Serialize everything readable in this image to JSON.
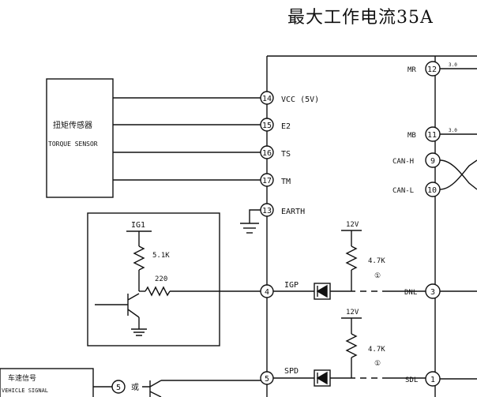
{
  "title": "最大工作电流35A",
  "sensor_block": {
    "label_cn": "扭矩传感器",
    "label_en": "TORQUE SENSOR"
  },
  "left_pins": [
    {
      "num": "14",
      "name": "VCC (5V)"
    },
    {
      "num": "15",
      "name": "E2"
    },
    {
      "num": "16",
      "name": "TS"
    },
    {
      "num": "17",
      "name": "TM"
    },
    {
      "num": "13",
      "name": "EARTH"
    },
    {
      "num": "4",
      "name": "IGP"
    },
    {
      "num": "5",
      "name": "SPD"
    }
  ],
  "right_pins": [
    {
      "num": "12",
      "name": "MR",
      "wire": "3.0"
    },
    {
      "num": "11",
      "name": "MB",
      "wire": "3.0"
    },
    {
      "num": "9",
      "name": "CAN-H"
    },
    {
      "num": "10",
      "name": "CAN-L"
    },
    {
      "num": "3",
      "name": "DNL"
    },
    {
      "num": "1",
      "name": "SDL"
    }
  ],
  "ign_circuit": {
    "supply": "IG1",
    "r1": "5.1K",
    "r2": "220"
  },
  "pullups": [
    {
      "supply": "12V",
      "resistor": "4.7K",
      "marker": "①"
    },
    {
      "supply": "12V",
      "resistor": "4.7K",
      "marker": "①"
    }
  ],
  "vehicle_signal": {
    "label_cn": "车速信号",
    "label_en": "VEHICLE SIGNAL",
    "pin": "5",
    "or_text": "或"
  }
}
